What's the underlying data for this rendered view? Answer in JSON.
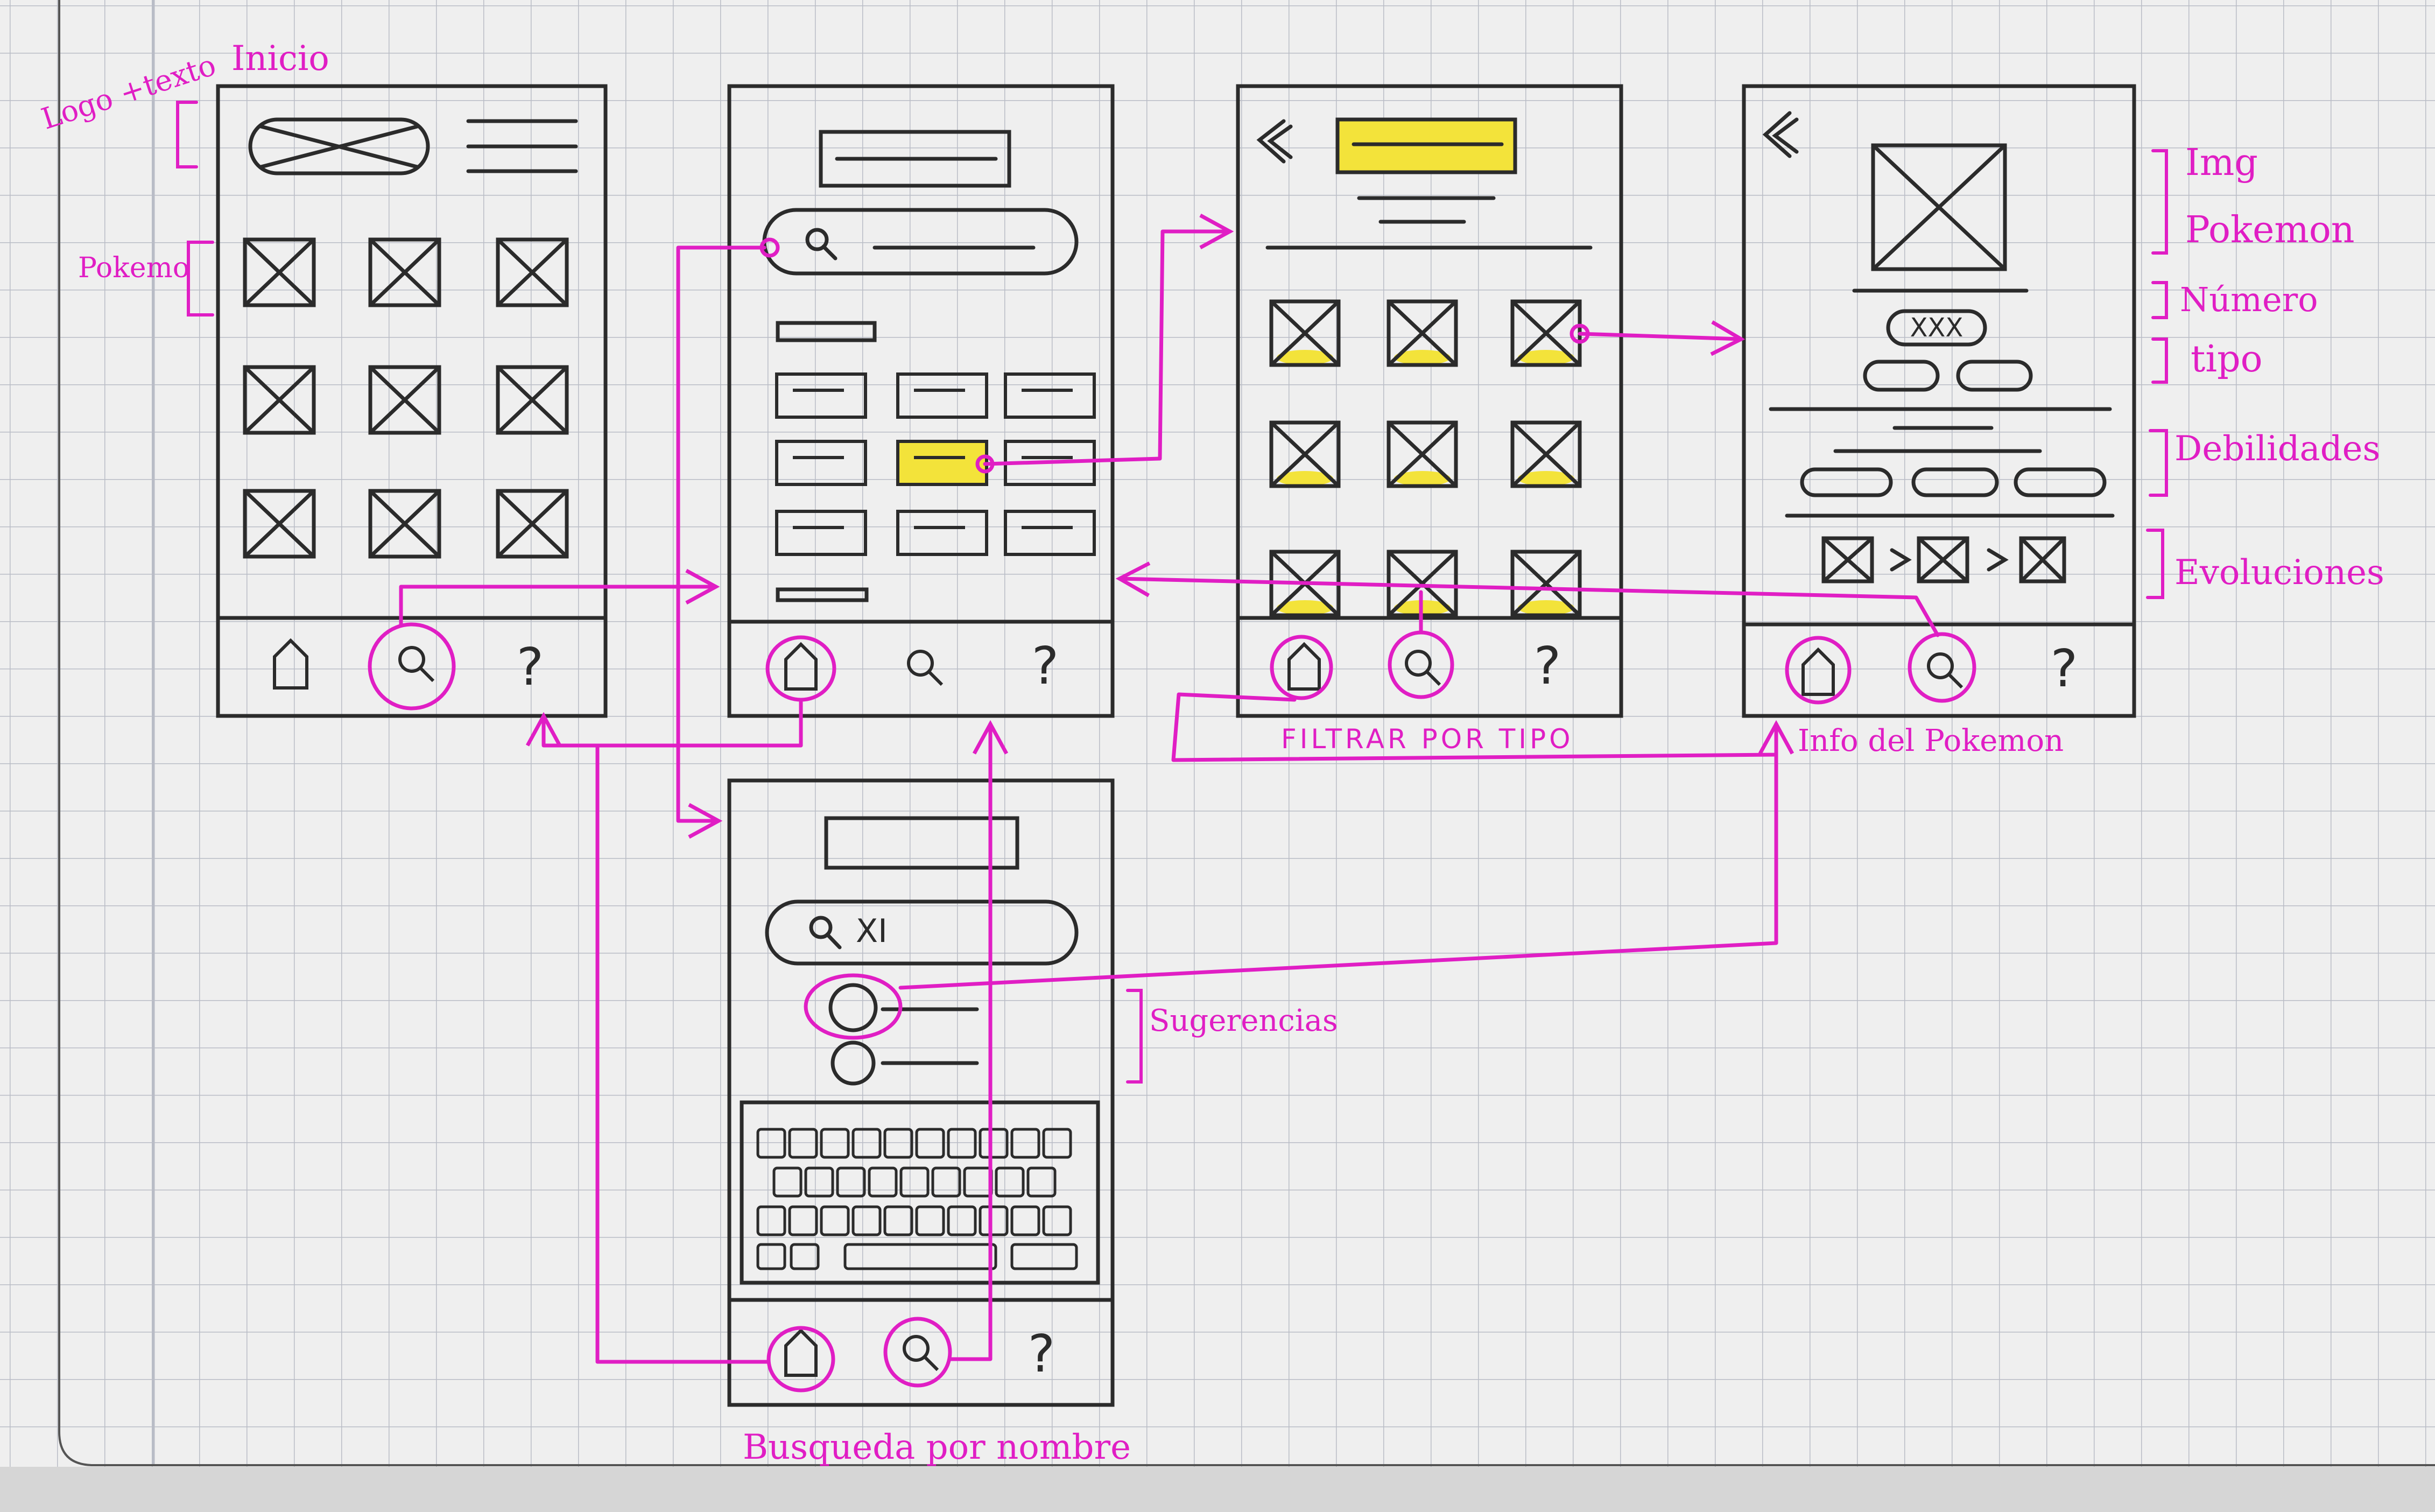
{
  "colors": {
    "paper": "#efefef",
    "grid": "#b9bcc6",
    "ink": "#2b2b2b",
    "annotation": "#e01ec4",
    "highlight": "#f3e33a"
  },
  "labels": {
    "inicio": "Inicio",
    "logo_texto": "Logo\n+texto",
    "pokemon_grid": "Pokemo",
    "busqueda_input": "XI",
    "sugerencias": "Sugerencias",
    "busqueda_por_nombre": "Busqueda por nombre",
    "filtrar_por_tipo": "FILTRAR POR TIPO",
    "info_pokemon": "Info del Pokemon",
    "img_pokemon": "Img\nPokemon",
    "numero": "Número",
    "numero_value": "XXX",
    "tipo": "tipo",
    "debilidades": "Debilidades",
    "evoluciones": "Evoluciones"
  },
  "icons": {
    "nav": [
      "home-icon",
      "search-icon",
      "help-icon"
    ],
    "back": "back-chevron-icon"
  }
}
